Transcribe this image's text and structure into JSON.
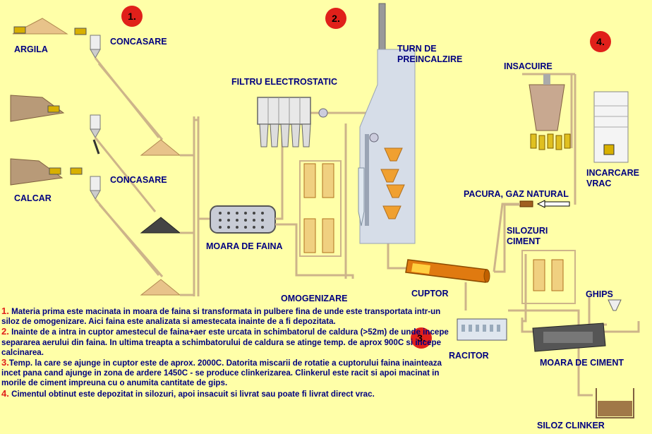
{
  "labels": {
    "argila": "ARGILA",
    "calcar": "CALCAR",
    "concasare_1": "CONCASARE",
    "concasare_2": "CONCASARE",
    "filtru": "FILTRU ELECTROSTATIC",
    "turn": "TURN DE\nPREINCALZIRE",
    "moara_faina": "MOARA DE FAINA",
    "omogenizare": "OMOGENIZARE",
    "cuptor": "CUPTOR",
    "racitor": "RACITOR",
    "insacuire": "INSACUIRE",
    "incarcare": "INCARCARE\nVRAC",
    "pacura": "PACURA, GAZ NATURAL",
    "silozuri": "SILOZURI\nCIMENT",
    "ghips": "GHIPS",
    "moara_ciment": "MOARA DE CIMENT",
    "siloz_clinker": "SILOZ CLINKER"
  },
  "badges": [
    "1.",
    "2.",
    "3.",
    "4."
  ],
  "notes": [
    {
      "num": "1.",
      "text": " Materia prima este macinata in moara de faina si transformata in pulbere fina de unde este transportata intr-un siloz de omogenizare. Aici faina este analizata si amestecata inainte de a fi depozitata."
    },
    {
      "num": "2.",
      "text": " Inainte de a intra in cuptor amestecul de faina+aer este urcata in schimbatorul de caldura (>52m) de unde incepe separarea aerului din faina. In ultima treapta a schimbatorului de caldura se atinge temp. de aprox 900C si incepe calcinarea."
    },
    {
      "num": "3.",
      "text": "Temp. la care se ajunge in cuptor este de aprox. 2000C. Datorita miscarii de rotatie a cuptorului faina inainteaza incet pana cand ajunge in zona de ardere 1450C - se produce clinkerizarea. Clinkerul este racit si apoi macinat in morile de ciment impreuna cu o anumita cantitate de gips."
    },
    {
      "num": "4.",
      "text": " Cimentul obtinut este depozitat in silozuri, apoi insacuit si livrat sau poate fi livrat direct vrac."
    }
  ],
  "colors": {
    "background": "#ffffa8",
    "text": "#000080",
    "badge": "#e0201a",
    "pipe": "#cdb48a",
    "tower": "#d6dde8",
    "kiln": "#e07a10"
  }
}
